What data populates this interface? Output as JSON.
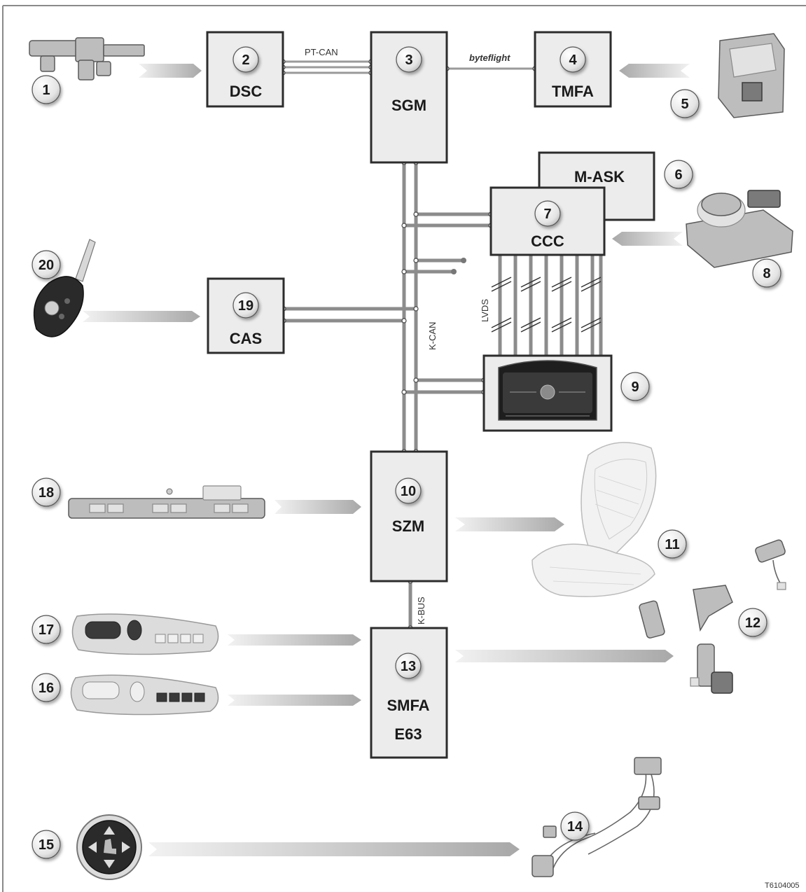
{
  "modules": {
    "dsc": {
      "num": "2",
      "label": "DSC"
    },
    "sgm": {
      "num": "3",
      "label": "SGM"
    },
    "tmfa": {
      "num": "4",
      "label": "TMFA"
    },
    "mask": {
      "label": "M-ASK"
    },
    "ccc": {
      "num": "7",
      "label": "CCC"
    },
    "cas": {
      "num": "19",
      "label": "CAS"
    },
    "szm": {
      "num": "10",
      "label": "SZM"
    },
    "smfa": {
      "num": "13",
      "label": "SMFA",
      "label2": "E63"
    }
  },
  "buses": {
    "ptcan": "PT-CAN",
    "byteflight": "byteflight",
    "kcan": "K-CAN",
    "lvds": "LVDS",
    "kbus": "K-BUS"
  },
  "components": {
    "c1": "1",
    "c5": "5",
    "c6": "6",
    "c8": "8",
    "c9": "9",
    "c11": "11",
    "c12": "12",
    "c14": "14",
    "c15": "15",
    "c16": "16",
    "c17": "17",
    "c18": "18",
    "c20": "20"
  },
  "reference": "T6104005",
  "colors": {
    "box_fill": "#ececec",
    "bus": "#8c8c8c",
    "arrow": "#b5b5b5"
  }
}
